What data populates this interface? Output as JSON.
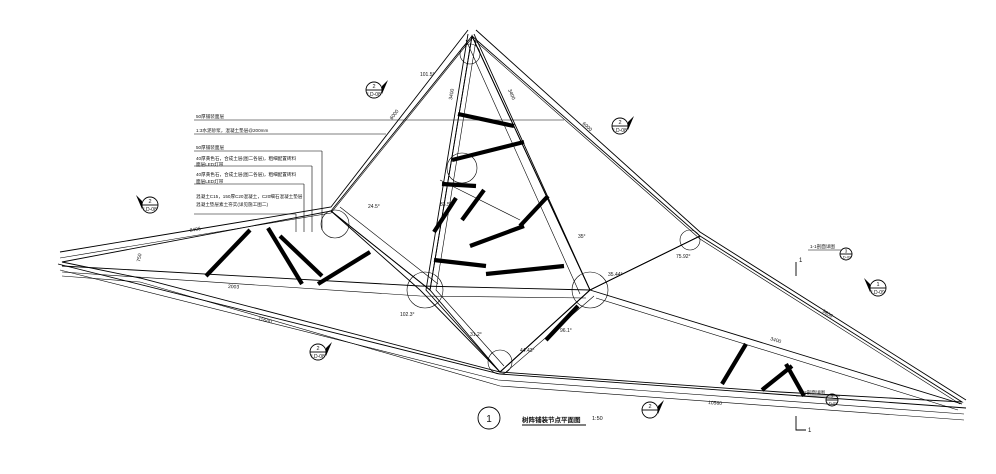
{
  "title": {
    "number": "1",
    "text": "树阵铺装节点平面图",
    "scale": "1:50"
  },
  "notes": [
    "50厚铺装面层",
    "1:3水泥砂浆，混凝土垫层@200mm",
    "50厚铺装面层",
    "40厚黄色石，合成土层(图二各层)，粗细配置砖料",
    "面层LED灯带",
    "40厚黄色石，合成土层(图二各层)，粗细配置砖料",
    "面层LED灯带",
    "混凝土C15，150厚C20混凝土，C20细石混凝土垫层",
    "混凝土垫层素土夯实(详见施工图二)"
  ],
  "detail_markers": [
    {
      "top": "2",
      "bottom": "LD-08"
    },
    {
      "top": "2",
      "bottom": "LD-08"
    },
    {
      "top": "2",
      "bottom": "LD-08"
    },
    {
      "top": "1",
      "bottom": "LD-09"
    },
    {
      "top": "2",
      "bottom": "LD-08"
    },
    {
      "top": "3",
      "bottom": "LD-09"
    },
    {
      "top": "2",
      "bottom": "LD-09"
    },
    {
      "top": "2",
      "bottom": ""
    }
  ],
  "section_tag": {
    "label": "1-1剖面详图",
    "number": "3",
    "sheet": "LD-09"
  },
  "section_cut": {
    "start": "1",
    "end": "1"
  },
  "callout_label": "2-2剖面详图",
  "dimensions": {
    "left_outer": "8406",
    "left_inner": "2003",
    "bottom_left": "15500",
    "bottom_right": "10560",
    "upper_left": "6000",
    "upper_right": "6000",
    "right_edge": "9800",
    "peak_left": "3400",
    "peak_right": "3400",
    "mid_right": "3400",
    "left_end": "750"
  },
  "angles": [
    "101.5°",
    "24.5°",
    "75.92°",
    "35.44°",
    "96.1°",
    "102.3°",
    "31.2°",
    "83.5°",
    "44.43°",
    "35°"
  ]
}
